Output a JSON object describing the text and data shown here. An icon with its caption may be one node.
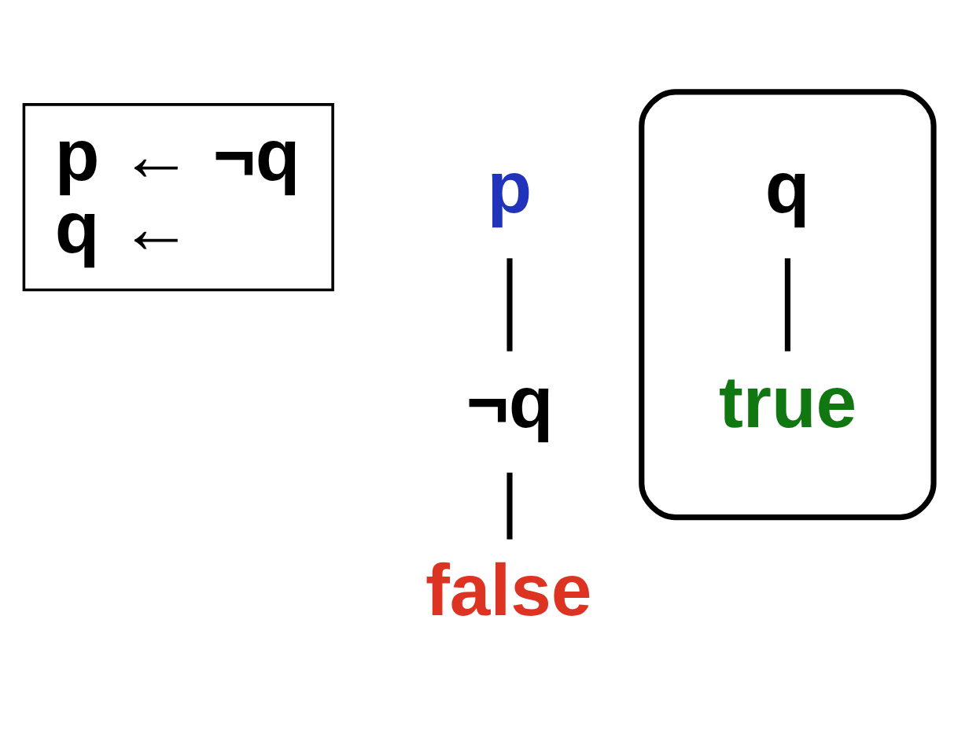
{
  "diagram": {
    "nodes": [
      {
        "text": [
          "p ← ¬q",
          "q ←"
        ]
      },
      {
        "text": [
          "p"
        ]
      },
      {
        "text": [
          "¬q"
        ]
      },
      {
        "text": [
          "false"
        ]
      },
      {
        "text": [],
        "shape": "box"
      },
      {
        "text": [
          "q"
        ],
        "in": 4
      },
      {
        "text": [
          "true"
        ],
        "in": 4
      }
    ],
    "edges": [
      {
        "from": 1,
        "to": 2,
        "arrow": "none"
      },
      {
        "from": 2,
        "to": 3,
        "arrow": "none"
      },
      {
        "from": 5,
        "to": 6,
        "arrow": "none"
      }
    ]
  }
}
